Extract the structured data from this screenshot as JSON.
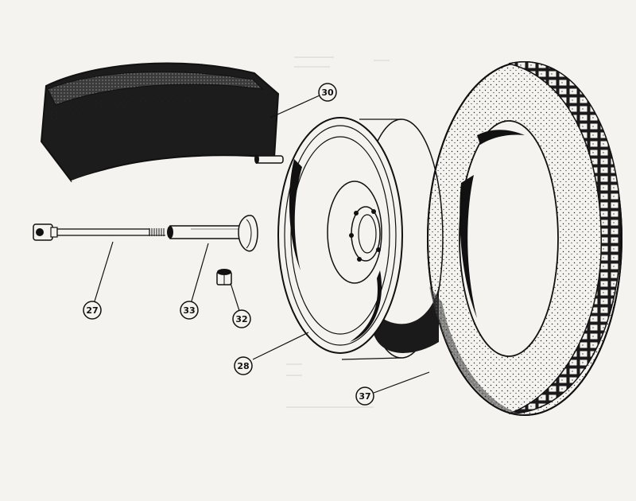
{
  "diagram": {
    "callouts": [
      {
        "id": "inner-tube",
        "label": "30"
      },
      {
        "id": "axle-bolt",
        "label": "27"
      },
      {
        "id": "spacer-sleeve",
        "label": "33"
      },
      {
        "id": "nut",
        "label": "32"
      },
      {
        "id": "wheel-rim",
        "label": "28"
      },
      {
        "id": "tyre",
        "label": "37"
      }
    ]
  }
}
